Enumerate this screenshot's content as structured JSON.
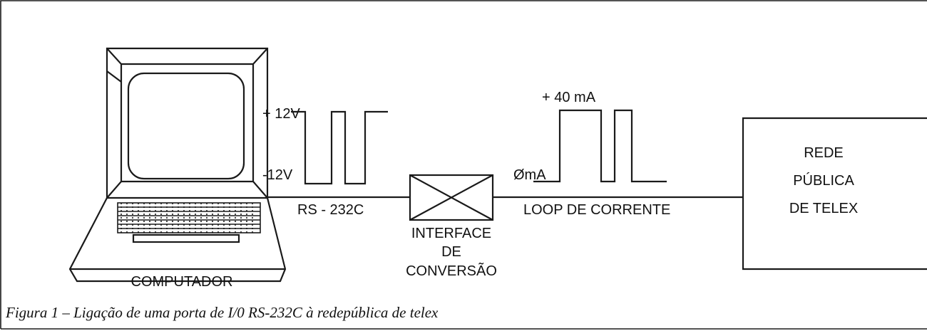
{
  "figure": {
    "labels": {
      "computer": "COMPUTADOR",
      "rs_plus": "+ 12V",
      "rs_minus": "-12V",
      "rs_name": "RS - 232C",
      "interface_1": "INTERFACE",
      "interface_2": "DE",
      "interface_3": "CONVERSÃO",
      "loop_plus": "+ 40 mA",
      "loop_zero": "ØmA",
      "loop_name": "LOOP DE CORRENTE",
      "network_1": "REDE",
      "network_2": "PÚBLICA",
      "network_3": "DE TELEX"
    },
    "caption": "Figura 1 – Ligação de uma porta de I/0 RS-232C à redepública de telex"
  }
}
